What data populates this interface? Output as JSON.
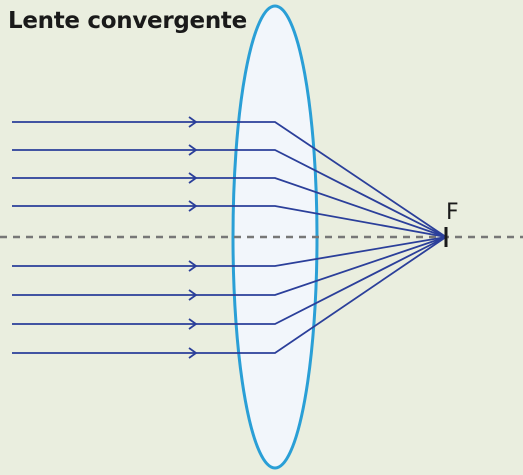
{
  "title": "Lente convergente",
  "focus_label": "F",
  "colors": {
    "background": "#eaeedf",
    "lens_stroke": "#2a9fd6",
    "lens_fill": "#f2f6fb",
    "ray": "#2b3f9a",
    "axis": "#777777",
    "text": "#1a1a1a"
  },
  "rays": [
    {
      "id": "ray-1"
    },
    {
      "id": "ray-2"
    },
    {
      "id": "ray-3"
    },
    {
      "id": "ray-4"
    },
    {
      "id": "ray-5"
    },
    {
      "id": "ray-6"
    },
    {
      "id": "ray-7"
    },
    {
      "id": "ray-8"
    }
  ]
}
